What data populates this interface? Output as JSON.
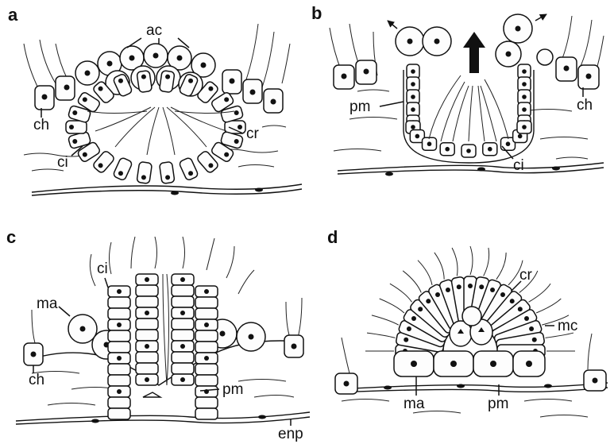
{
  "panels": [
    {
      "id": "a",
      "labels": {
        "top": "ac",
        "left_upper": "ch",
        "left_lower": "ci",
        "right": "cr"
      }
    },
    {
      "id": "b",
      "labels": {
        "left": "pm",
        "bottom": "ci",
        "right": "ch"
      }
    },
    {
      "id": "c",
      "labels": {
        "top": "ci",
        "left": "ma",
        "left_lower": "ch",
        "right": "pm",
        "bottom_right": "enp"
      }
    },
    {
      "id": "d",
      "labels": {
        "top_right": "cr",
        "right": "mc",
        "bottom_left": "ma",
        "bottom_right": "pm"
      }
    }
  ],
  "colors": {
    "ink": "#111111",
    "background": "#ffffff"
  }
}
